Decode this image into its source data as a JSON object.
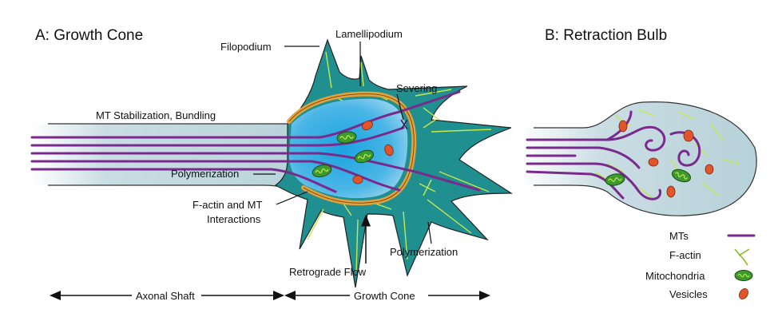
{
  "panel_a": {
    "title": "A: Growth Cone",
    "labels": {
      "filopodium": "Filopodium",
      "lamellipodium": "Lamellipodium",
      "severing": "Severing",
      "mt_stabilization": "MT Stabilization, Bundling",
      "polymerization_left": "Polymerization",
      "factin_mt_line1": "F-actin and MT",
      "factin_mt_line2": "Interactions",
      "retrograde_flow": "Retrograde Flow",
      "polymerization_right": "Polymerization"
    },
    "axis": {
      "axonal_shaft": "Axonal Shaft",
      "growth_cone": "Growth Cone"
    }
  },
  "panel_b": {
    "title": "B: Retraction Bulb"
  },
  "legend": [
    {
      "label": "MTs",
      "icon": "mt-line-icon"
    },
    {
      "label": "F-actin",
      "icon": "f-actin-icon"
    },
    {
      "label": "Mitochondria",
      "icon": "mitochondria-icon"
    },
    {
      "label": "Vesicles",
      "icon": "vesicle-icon"
    }
  ],
  "colors": {
    "mt": "#7a2a8c",
    "actin": "#c6e84a",
    "mito": "#3c9a2e",
    "vesicle": "#e2552a",
    "cone_fill": "#1f8f8f",
    "membrane": "#e6a23a"
  }
}
